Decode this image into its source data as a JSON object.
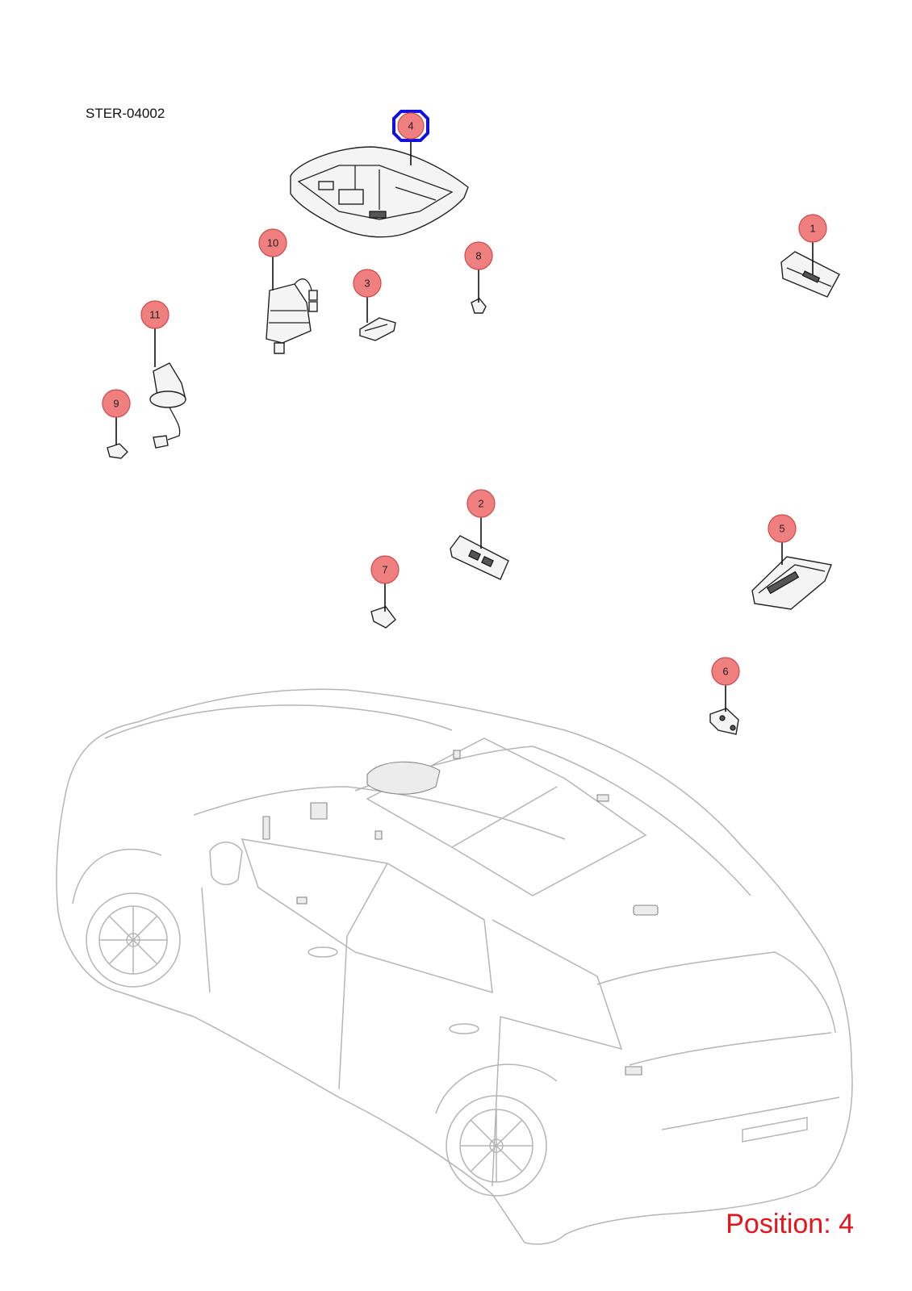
{
  "diagram": {
    "code": "STER-04002",
    "position_label": "Position: 4",
    "highlighted_callout": "4",
    "colors": {
      "callout_fill": "#f08080",
      "highlight": "#1010e0",
      "position_text": "#e8141b",
      "car_outline": "#b5b5b5"
    }
  },
  "callouts": [
    {
      "id": "1",
      "label": "1"
    },
    {
      "id": "2",
      "label": "2"
    },
    {
      "id": "3",
      "label": "3"
    },
    {
      "id": "4",
      "label": "4"
    },
    {
      "id": "5",
      "label": "5"
    },
    {
      "id": "6",
      "label": "6"
    },
    {
      "id": "7",
      "label": "7"
    },
    {
      "id": "8",
      "label": "8"
    },
    {
      "id": "9",
      "label": "9"
    },
    {
      "id": "10",
      "label": "10"
    },
    {
      "id": "11",
      "label": "11"
    }
  ]
}
